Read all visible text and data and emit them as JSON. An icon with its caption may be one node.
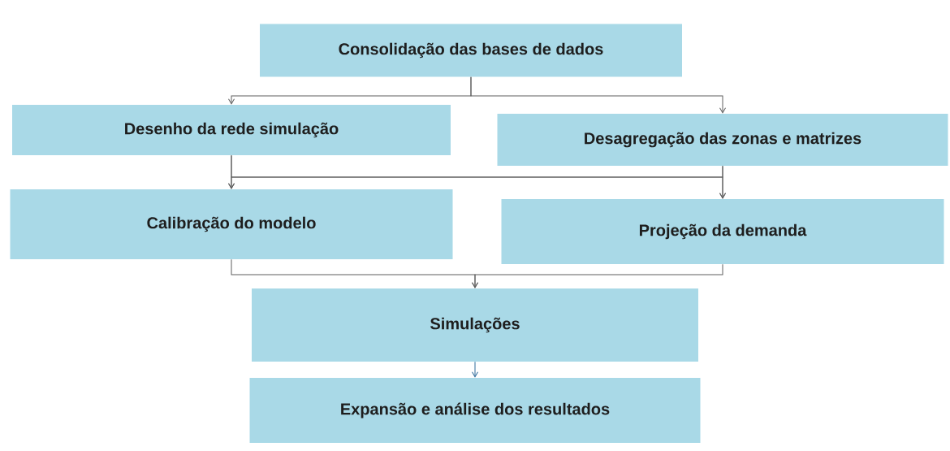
{
  "diagram": {
    "nodes": [
      {
        "text": [
          "Consolidação das bases de dados"
        ]
      },
      {
        "text": [
          "Desenho da rede simulação"
        ]
      },
      {
        "text": [
          "Desagregação das zonas e matrizes"
        ]
      },
      {
        "text": [
          "Calibração do modelo"
        ]
      },
      {
        "text": [
          "Projeção da demanda"
        ]
      },
      {
        "text": [
          "Simulações"
        ]
      },
      {
        "text": [
          "Expansão e análise dos resultados"
        ]
      }
    ],
    "edges": [
      {
        "from": 0,
        "to": 1,
        "arrow": "to"
      },
      {
        "from": 0,
        "to": 2,
        "arrow": "to"
      },
      {
        "from": 1,
        "to": 3,
        "arrow": "to"
      },
      {
        "from": 1,
        "to": 4,
        "arrow": "to"
      },
      {
        "from": 2,
        "to": 3,
        "arrow": "to"
      },
      {
        "from": 2,
        "to": 4,
        "arrow": "to"
      },
      {
        "from": 3,
        "to": 5,
        "arrow": "to"
      },
      {
        "from": 4,
        "to": 5,
        "arrow": "to"
      },
      {
        "from": 5,
        "to": 6,
        "arrow": "to",
        "color": "#2f6b9a"
      }
    ]
  }
}
